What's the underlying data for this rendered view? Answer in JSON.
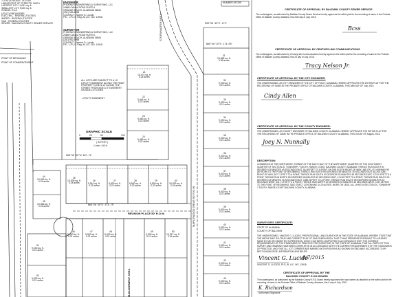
{
  "header_info": {
    "lines": [
      "TOTAL ACREAGE: 14.29 Ac.",
      "LINEAR FEET OF STREETS: 2400'±",
      "LARGEST LOT: 14,051 sq. ft.",
      "SMALLEST LOT: 9,000 sq. ft.",
      "ZONING: R-1A"
    ],
    "utilities_title": "UTILITY PROVIDERS:",
    "utilities": [
      "ELECTRIC - RIVIERA UTILITIES",
      "WATER - RIVIERA UTILITIES",
      "GAS - RIVIERA UTILITIES",
      "SEWER - BALDWIN COUNTY SEWER SERVICE"
    ]
  },
  "engineer": {
    "title": "ENGINEER",
    "lines": [
      "PHOENIX ENGINEERING & SURVEYING, LLC",
      "24665 CANAL ROAD SUITE A",
      "ORANGE BEACH, ALABAMA 36561",
      "(251) 952-6998",
      "CONTACT: Vincent G. Lucido",
      "P.E., L.P.L.S. Reg. AL LIC. NO. 13918"
    ]
  },
  "surveyor": {
    "title": "SURVEYOR",
    "lines": [
      "PHOENIX ENGINEERING & SURVEYING, LLC",
      "24665 CANAL ROAD SUITE A",
      "ORANGE BEACH, ALABAMA 36561",
      "(251) 952-6998",
      "CONTACT: Vincent G. Lucido",
      "P.E., L.P.L.S. Reg. AL LIC. NO. 13918"
    ]
  },
  "plat_notes": {
    "easement_note": [
      "ALL LOTS ARE SUBJECT TO A 10'",
      "UTILITY EASEMENT ALONG THE REAR",
      "PROPERTY LINE & 10' ALONG THE",
      "STREET FRONTAGE & 5' EASEMENT",
      "ON SIDE LOT LINES"
    ],
    "utility_easement": "UTILITY EASEMENT",
    "graphic_scale_title": "GRAPHIC SCALE",
    "scale_marks": [
      "0",
      "25",
      "50",
      "100"
    ],
    "scale_unit": "( IN FEET )",
    "scale_value": "1 inch = 50 ft.",
    "street_reunion": "REUNION PLACE 50' R.O.W.",
    "street_vertical_1": "MAPLEWOOD DRIVE 50' R.O.W.",
    "street_vertical_2": "STORMWATER AREA",
    "management_area": "MANAGEMENT AREA",
    "bearings": [
      "S89°56'15\"W 367.71'",
      "N89°56'15\"E 274.75'",
      "S00°03'45\"E 172'",
      "N89°56'15\"E 174.00'"
    ],
    "callouts": [
      "POINT OF BEGINNING",
      "POINT OF COMMENCEMENT"
    ]
  },
  "lots": [
    {
      "n": "21",
      "area": "10,474 sq. ft.",
      "ac": "0.24 acres"
    },
    {
      "n": "22",
      "area": "9,444 sq. ft.",
      "ac": "0.22 acres"
    },
    {
      "n": "23",
      "area": "9,463 sq. ft.",
      "ac": "0.22 acres"
    },
    {
      "n": "24",
      "area": "9,480 sq. ft.",
      "ac": "0.22 acres"
    },
    {
      "n": "25",
      "area": "10,539 sq. ft.",
      "ac": "0.24 acres"
    },
    {
      "n": "26",
      "area": "9,510 sq. ft.",
      "ac": "0.22 acres"
    },
    {
      "n": "27",
      "area": "9,500 sq. ft.",
      "ac": "0.22 acres"
    },
    {
      "n": "28",
      "area": "9,500 sq. ft.",
      "ac": "0.22 acres"
    },
    {
      "n": "29",
      "area": "9,500 sq. ft.",
      "ac": "0.22 acres"
    },
    {
      "n": "30",
      "area": "10,529 sq. ft.",
      "ac": "0.24 acres"
    },
    {
      "n": "31",
      "area": "15,658 sq. ft.",
      "ac": "0.36 acres"
    },
    {
      "n": "32",
      "area": "9,000 sq. ft.",
      "ac": "0.21 acres"
    },
    {
      "n": "33",
      "area": "9,000 sq. ft.",
      "ac": "0.21 acres"
    },
    {
      "n": "34",
      "area": "9,000 sq. ft.",
      "ac": "0.21 acres"
    },
    {
      "n": "35",
      "area": "9,000 sq. ft.",
      "ac": "0.21 acres"
    },
    {
      "n": "36",
      "area": "9,000 sq. ft.",
      "ac": "0.21 acres"
    },
    {
      "n": "37",
      "area": "9,000 sq. ft.",
      "ac": "0.21 acres"
    },
    {
      "n": "38",
      "area": "9,000 sq. ft.",
      "ac": "0.21 acres"
    },
    {
      "n": "39",
      "area": "9,000 sq. ft.",
      "ac": "0.21 acres"
    },
    {
      "n": "40",
      "area": "9,000 sq. ft.",
      "ac": "0.21 acres"
    },
    {
      "n": "41",
      "area": "9,000 sq. ft.",
      "ac": "0.21 acres"
    },
    {
      "n": "42",
      "area": "9,000 sq. ft.",
      "ac": "0.21 acres"
    },
    {
      "n": "43",
      "area": "9,000 sq. ft.",
      "ac": "0.21 acres"
    },
    {
      "n": "44",
      "area": "10,316 sq. ft.",
      "ac": "0.24 acres"
    },
    {
      "n": "45",
      "area": "10,555 sq. ft.",
      "ac": "0.24 acres"
    },
    {
      "n": "46",
      "area": "9,000 sq. ft.",
      "ac": "0.21 acres"
    },
    {
      "n": "47",
      "area": "9,000 sq. ft.",
      "ac": "0.21 acres"
    },
    {
      "n": "48",
      "area": "9,000 sq. ft.",
      "ac": "0.21 acres"
    },
    {
      "n": "49",
      "area": "9,000 sq. ft.",
      "ac": "0.21 acres"
    },
    {
      "n": "50",
      "area": "10,317 sq. ft.",
      "ac": "0.24 acres"
    },
    {
      "n": "51",
      "area": "9,000 sq. ft.",
      "ac": "0.21 acres"
    },
    {
      "n": "52",
      "area": "9,000 sq. ft.",
      "ac": "0.21 acres"
    }
  ],
  "top_right": {
    "recording_box": "NUMBER 837259"
  },
  "cert_sewer": {
    "title": "CERTIFICATE OF APPROVAL BY BALDWIN COUNTY SEWER SERVICE",
    "body": "The undersigned, as authorized by Baldwin County Sewer Service hereby approves the within plat for the recording of same in the Probate Office of Baldwin County, Alabama, this 24th day of July, 2015.",
    "sig_name": "Bcss"
  },
  "cert_century": {
    "title": "CERTIFICATE OF APPROVAL BY CENTURYLINK COMMUNICATIONS",
    "body": "The undersigned, as authorized by CenturyLink Communications hereby approves the within plat for the recording of same in the Probate Office of Baldwin County, Alabama, this 24 day of July, 2015.",
    "signature": "Tracy Nelson Jr."
  },
  "cert_city": {
    "title": "CERTIFICATE OF APPROVAL BY THE CITY ENGINEER:",
    "body": "THE UNDERSIGNED, AS CITY ENGINEER OF THE CITY OF FOLEY, ALABAMA, HEREBY APPROVES THE WITHIN PLAT FOR THE RECORDING OF SAME IN THE PROBATE OFFICE OF BALDWIN COUNTY, ALABAMA, THIS 28th DAY OF July, 2015.",
    "signature": "Cindy Allen"
  },
  "cert_county": {
    "title": "CERTIFICATE OF APPROVAL BY THE COUNTY ENGINEER:",
    "body": "THE UNDERSIGNED, AS COUNTY ENGINEER OF BALDWIN COUNTY, ALABAMA, HEREBY APPROVES THE WITHIN PLAT FOR THE RECORDING OF SAME IN THE PROBATE OFFICE OF BALDWIN COUNTY, ALABAMA, THIS 28 DAY OF August, 2015.",
    "signature": "Joey N. Nunnally"
  },
  "description": {
    "title": "DESCRIPTION:",
    "body": "COMMENCE AT THE NORTHWEST CORNER OF THE EAST HALF OF THE NORTHWEST QUARTER OF THE SOUTHWEST QUARTER OF SECTION 20, TOWNSHIP 7 SOUTH, RANGE 4 EAST, BALDWIN COUNTY, ALABAMA; THENCE RUN SOUTH 00 DEGREES 03 MINUTES 45 SECONDS EAST, 54.48 FEET TO A POINT ON THE SOUTH RIGHT-OF-WAY LINE OF U.S. HIGHWAY 98 (80' ROW) TO THE POINT OF BEGINNING; THENCE RUN SOUTH 89 DEGREES 56 MINUTES 15 SECONDS EAST ALONG SAID RIGHT-OF-WAY, 367.71 FEET TO A POINT; THENCE RUN SOUTH 00 DEGREES 03 MINUTES 45 SECONDS EAST, 172.00 FEET TO A POINT; THENCE RUN NORTH 89 DEGREES 56 MINUTES 15 SECONDS EAST, 174.00 FEET TO A POINT; THENCE RUN SOUTH 00 DEGREES 03 MINUTES 45 SECONDS EAST, 1085.05 FEET TO A POINT; THENCE RUN SOUTH 89 DEGREES 56 MINUTES 15 SECONDS WEST, 541.71 FEET TO A POINT; THENCE RUN NORTH 00 DEGREES 03 MINUTES 45 SECONDS WEST, 1257.05 FEET TO THE POINT OF BEGINNING. SAID TRACT CONTAINING 14.29 ACRES, MORE OR LESS, ALL LYING IN SECTION 20, TOWNSHIP 7 SOUTH, RANGE 4 EAST BALDWIN COUNTY, ALABAMA."
  },
  "surveyor_cert": {
    "title": "SURVEYOR'S CERTIFICATE:",
    "state": "STATE OF ALABAMA",
    "county": "COUNTY OF BALDWIN",
    "body": "THE UNDERSIGNED, VINCENT G. LUCIDO, PROFESSIONAL LAND SURVEYOR IN THE STATE OF ALABAMA, HEREBY STATE THAT THE ABOVE MAP IS A TRUE AND CORRECT PLAT OF SAID SUBDIVISION; THAT IT WAS PREPARED PURSUANT TO A SURVEY MADE BY ME OR UNDER MY SUPERVISION, WHICH HAS BEEN COMPLETED IN ACCORDANCE WITH THE CURRENT REQUIREMENTS OF THE STANDARDS OF PRACTICE FOR SURVEYING IN THE STATE OF ALABAMA; THAT ALL PARTS OF THIS SURVEY AND DRAWING HAVE BEEN COMPLETED IN ACCORDANCE WITH THE CURRENT REQUIREMENTS OF THE STANDARDS OF PRACTICE; AND THAT ALL LOT CORNERS ARE MARKED WITH IRON PINS AS SHOWN ON SAID MAP, ACCORDING TO MY BEST KNOWLEDGE, INFORMATION AND BELIEF.",
    "signature": "Vincent G. Lucido",
    "date": "8/7/2015",
    "sig_caption": "VINCENT G. LUCIDO, PLS, AL LIC. NO. 13918"
  },
  "cert_baldwin": {
    "title": "CERTIFICATE OF APPROVAL BY THE",
    "title2": "BALDWIN COUNTY E-911 BOARD",
    "body": "The undersigned, as authorized by the Baldwin County E-911 Board hereby approves the road names as depicted on the within plat for the recording of same in the Probate Office of Baldwin County, Alabama, this 6 day of July, 2015.",
    "signature": "K. Richardson",
    "caption": "Authorized Signature"
  }
}
